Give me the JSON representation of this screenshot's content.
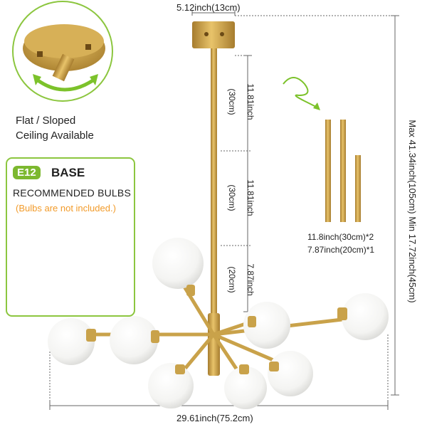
{
  "dimensions": {
    "canopy_width": "5.12inch(13cm)",
    "total_width": "29.61inch(75.2cm)",
    "height_range": "Max 41.34inch(105cm)   Min 17.72inch(45cm)",
    "segment1_in": "11.81inch",
    "segment1_cm": "(30cm)",
    "segment2_in": "11.81inch",
    "segment2_cm": "(30cm)",
    "segment3_in": "7.87inch",
    "segment3_cm": "(20cm)"
  },
  "ceiling": {
    "line1": "Flat / Sloped",
    "line2": "Ceiling Available"
  },
  "bulbs": {
    "badge": "E12",
    "title": "BASE",
    "subtitle": "RECOMMENDED BULBS",
    "note": "(Bulbs are not included.)"
  },
  "rods": {
    "long_caption": "11.8inch(30cm)*2",
    "short_caption": "7.87inch(20cm)*1"
  },
  "colors": {
    "accent_green": "#8cc63f",
    "badge_green": "#7cb82f",
    "note_orange": "#f29b2a",
    "brass": "#c9a24a",
    "globe": "#f6f6f4"
  }
}
